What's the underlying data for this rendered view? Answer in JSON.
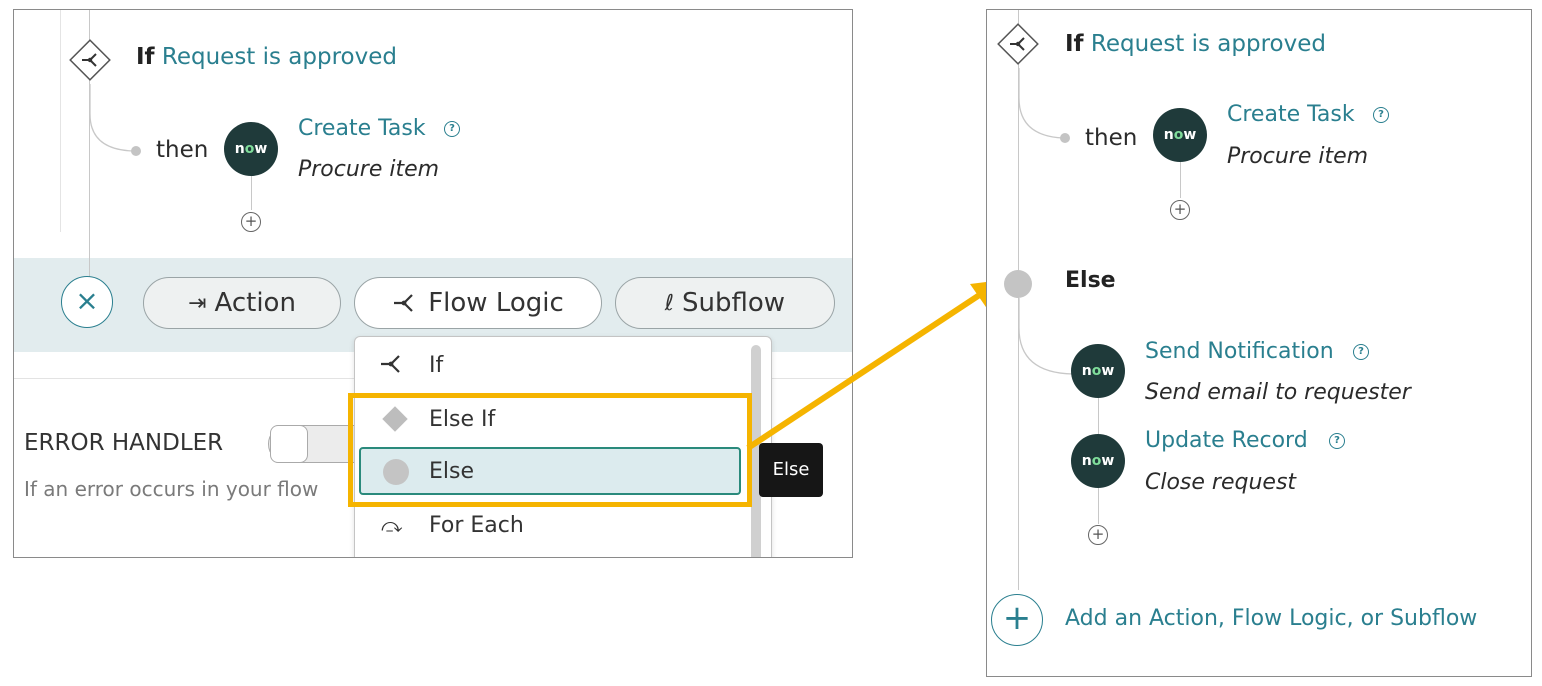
{
  "left": {
    "if_keyword": "If",
    "if_condition": "Request is approved",
    "then_label": "then",
    "action1": {
      "badge": "now",
      "title": "Create Task",
      "subtitle": "Procure item"
    },
    "toolbar": {
      "action_label": "Action",
      "flow_logic_label": "Flow Logic",
      "subflow_label": "Subflow"
    },
    "menu": {
      "items": [
        "If",
        "Else If",
        "Else",
        "For Each"
      ]
    },
    "tooltip": "Else",
    "error_handler": {
      "title": "ERROR HANDLER",
      "description": "If an error occurs in your flow"
    }
  },
  "right": {
    "if_keyword": "If",
    "if_condition": "Request is approved",
    "then_label": "then",
    "action1": {
      "badge": "now",
      "title": "Create Task",
      "subtitle": "Procure item"
    },
    "else_label": "Else",
    "action2": {
      "badge": "now",
      "title": "Send Notification",
      "subtitle": "Send email to requester"
    },
    "action3": {
      "badge": "now",
      "title": "Update Record",
      "subtitle": "Close request"
    },
    "add_label": "Add an Action, Flow Logic, or Subflow"
  },
  "colors": {
    "link": "#2a7f8f",
    "highlight": "#f5b400",
    "badge": "#1f3a3a"
  }
}
